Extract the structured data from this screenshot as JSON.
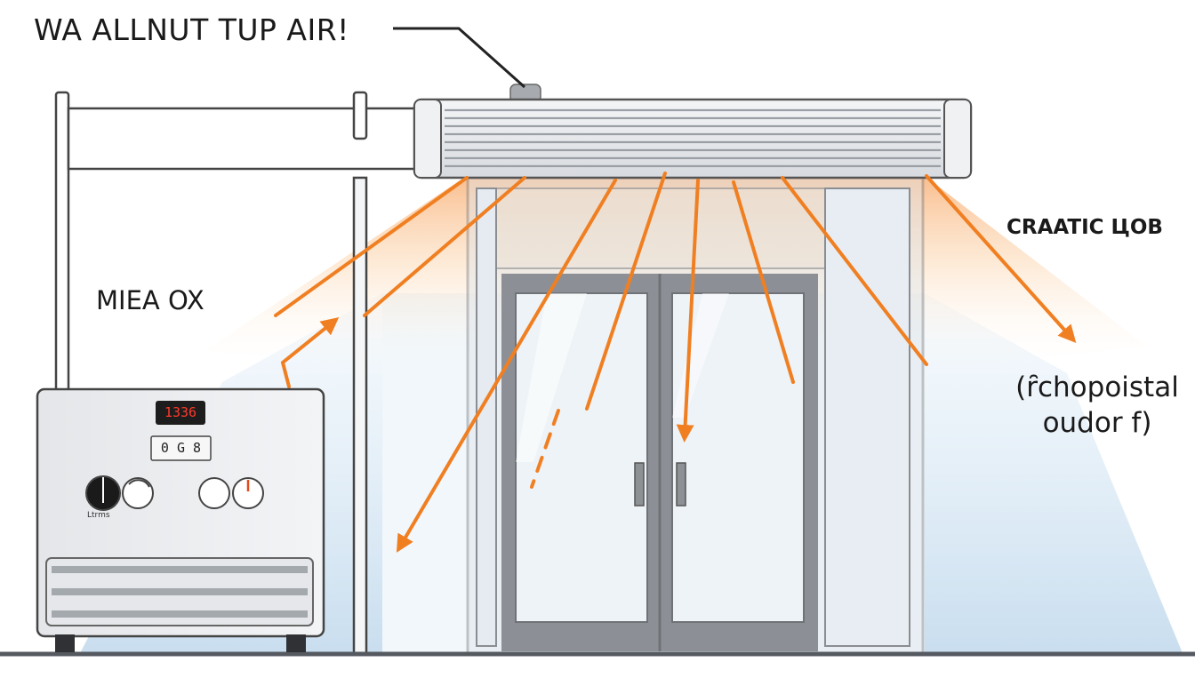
{
  "title": "WA ALLNUT TUP AIR!",
  "left_label": "MIEA OX",
  "right_top_label": "CRAATIC ЦOB",
  "right_side_label": "(ȓchopoistal\noudor f)",
  "heater": {
    "display": "1336",
    "buttons": "0 G 8",
    "knob_caption": "Ltrms"
  },
  "colors": {
    "arrow": "#f07f22",
    "warm_glow": "#f9b57a",
    "cool_zone": "#cfe3f3",
    "unit_body": "#e9ebee",
    "frame": "#8a8d92",
    "outline": "#333333"
  },
  "icons": [
    "air-curtain-unit",
    "space-heater",
    "glass-double-door",
    "airflow-arrow"
  ]
}
